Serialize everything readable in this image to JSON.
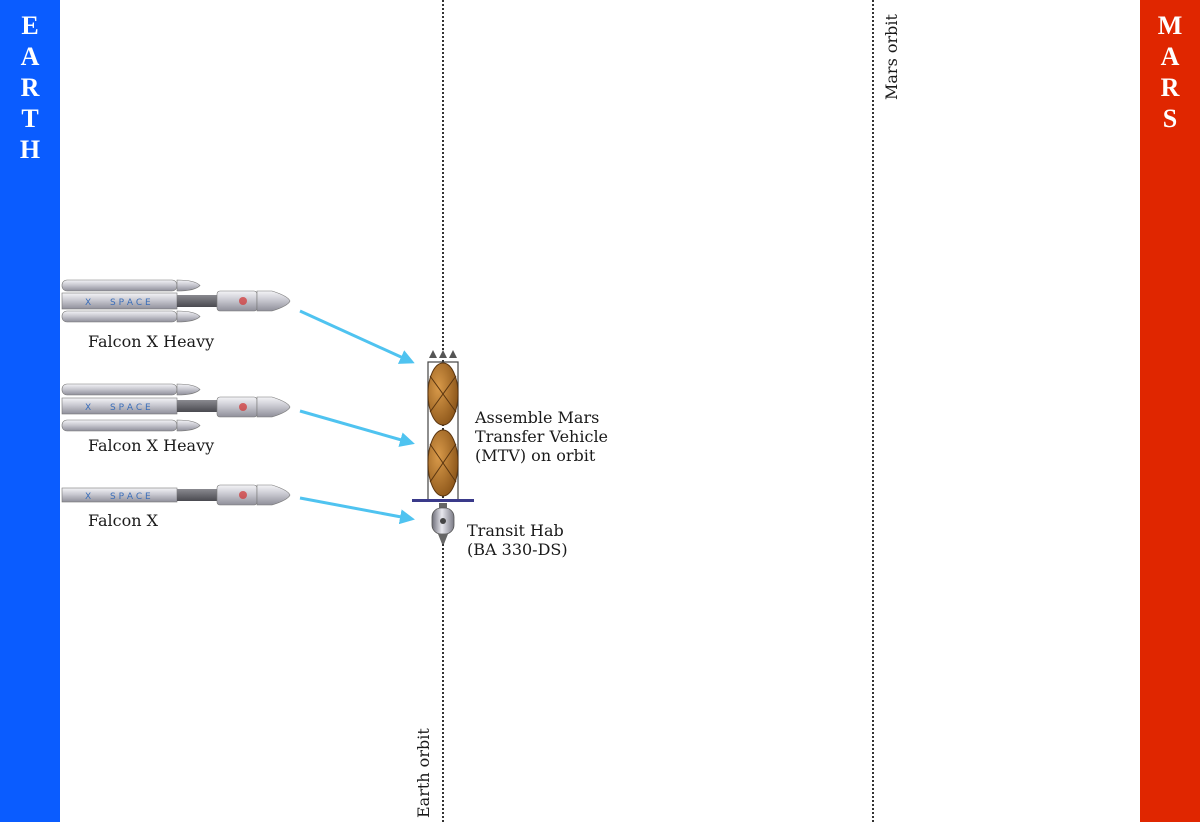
{
  "bands": {
    "earth": {
      "letters": [
        "E",
        "A",
        "R",
        "T",
        "H"
      ],
      "color": "#0a5cff"
    },
    "mars": {
      "letters": [
        "M",
        "A",
        "R",
        "S"
      ],
      "color": "#e02600"
    }
  },
  "orbits": {
    "earth": {
      "label": "Earth orbit"
    },
    "mars": {
      "label": "Mars orbit"
    }
  },
  "launchers": [
    {
      "label": "Falcon X Heavy",
      "type": "heavy"
    },
    {
      "label": "Falcon X Heavy",
      "type": "heavy"
    },
    {
      "label": "Falcon X",
      "type": "single"
    }
  ],
  "vehicle": {
    "label": [
      "Assemble Mars",
      "Transfer Vehicle",
      "(MTV) on orbit"
    ],
    "tank_color": "#b8742a"
  },
  "hab": {
    "label": [
      "Transit Hab",
      "(BA 330-DS)"
    ]
  },
  "arrow_color": "#4fc3f0"
}
